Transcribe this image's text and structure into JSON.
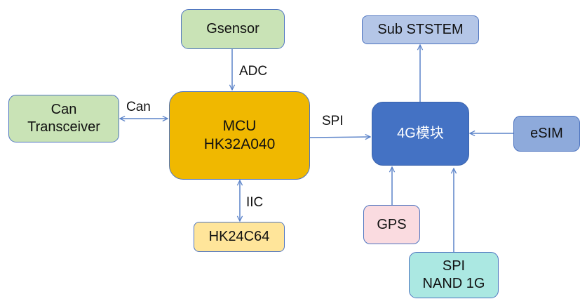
{
  "diagram": {
    "type": "block-diagram",
    "nodes": {
      "gsensor": {
        "lines": [
          "Gsensor"
        ],
        "fill": "#c9e3b6"
      },
      "can_transceiver": {
        "lines": [
          "Can",
          "Transceiver"
        ],
        "fill": "#c9e3b6"
      },
      "mcu": {
        "lines": [
          "MCU",
          "HK32A040"
        ],
        "fill": "#f0b800"
      },
      "eeprom": {
        "lines": [
          "HK24C64"
        ],
        "fill": "#ffe59a"
      },
      "sub_system": {
        "lines": [
          "Sub STSTEM"
        ],
        "fill": "#b4c6e7"
      },
      "module_4g": {
        "lines": [
          "4G模块"
        ],
        "fill": "#4472c4"
      },
      "esim": {
        "lines": [
          "eSIM"
        ],
        "fill": "#8eaadb"
      },
      "gps": {
        "lines": [
          "GPS"
        ],
        "fill": "#fadbe0"
      },
      "spi_nand": {
        "lines": [
          "SPI",
          "NAND 1G"
        ],
        "fill": "#abe8e2"
      }
    },
    "edges": [
      {
        "from": "gsensor",
        "to": "mcu",
        "label": "ADC",
        "direction": "forward"
      },
      {
        "from": "can_transceiver",
        "to": "mcu",
        "label": "Can",
        "direction": "both"
      },
      {
        "from": "mcu",
        "to": "eeprom",
        "label": "IIC",
        "direction": "both"
      },
      {
        "from": "mcu",
        "to": "module_4g",
        "label": "SPI",
        "direction": "forward"
      },
      {
        "from": "module_4g",
        "to": "sub_system",
        "label": "",
        "direction": "forward"
      },
      {
        "from": "esim",
        "to": "module_4g",
        "label": "",
        "direction": "forward"
      },
      {
        "from": "gps",
        "to": "module_4g",
        "label": "",
        "direction": "forward"
      },
      {
        "from": "spi_nand",
        "to": "module_4g",
        "label": "",
        "direction": "forward"
      }
    ],
    "line_color": "#5b83c9"
  }
}
